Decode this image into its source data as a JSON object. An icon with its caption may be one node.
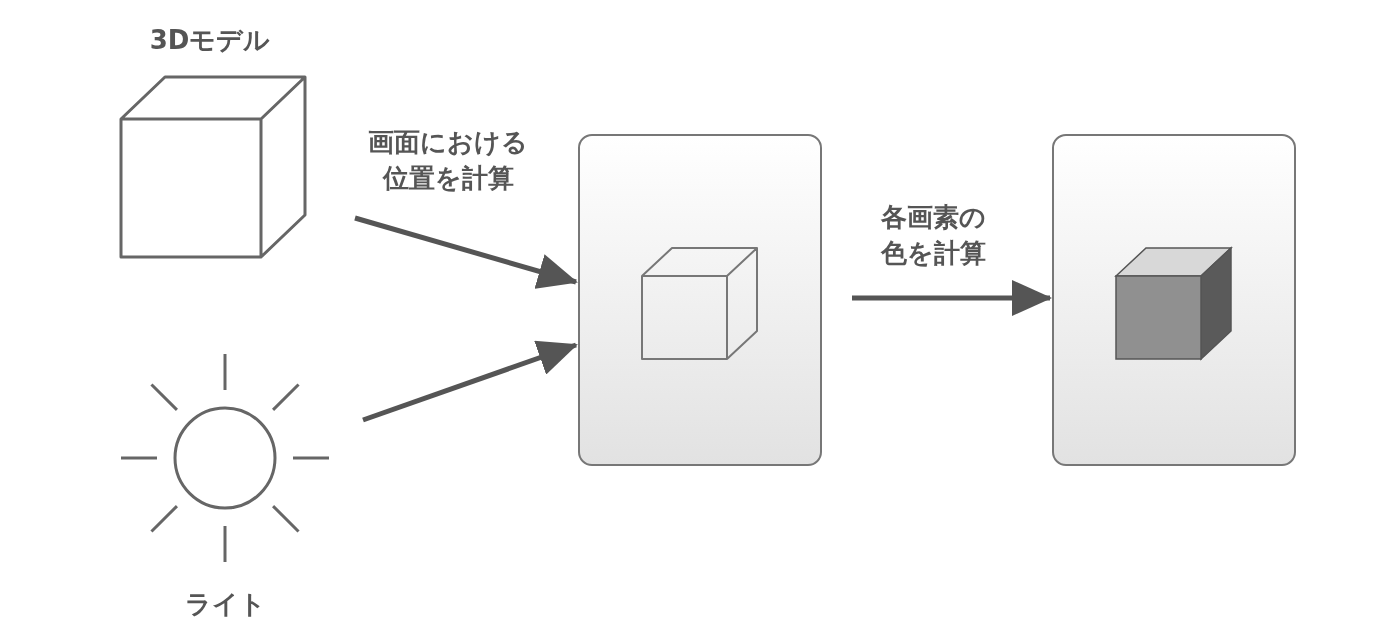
{
  "diagram": {
    "nodes": [
      {
        "text": [
          "3Dモデル"
        ]
      },
      {
        "text": [
          "ライト"
        ]
      },
      {
        "text": [],
        "shape": "box"
      },
      {
        "text": [],
        "shape": "box"
      }
    ],
    "edges": [
      {
        "from": 0,
        "to": 2,
        "arrow": "to",
        "label": "画面における位置を計算"
      },
      {
        "from": 1,
        "to": 2,
        "arrow": "to"
      },
      {
        "from": 2,
        "to": 3,
        "arrow": "to",
        "label": "各画素の色を計算"
      }
    ]
  }
}
